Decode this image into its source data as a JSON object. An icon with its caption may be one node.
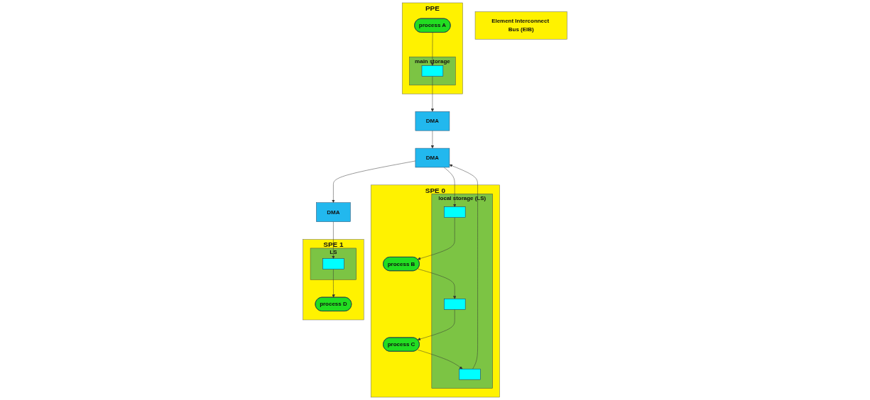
{
  "diagram": {
    "nodes": [
      {
        "text": [
          "PPE"
        ]
      },
      {
        "text": [
          "process A"
        ],
        "in": 0
      },
      {
        "text": [
          "main storage"
        ],
        "in": 0
      },
      {
        "text": [],
        "shape": "box",
        "in": 2
      },
      {
        "text": [
          "DMA"
        ]
      },
      {
        "text": [
          "SPE 0"
        ]
      },
      {
        "text": [
          "process B"
        ],
        "in": 5
      },
      {
        "text": [
          "process C"
        ],
        "in": 5
      },
      {
        "text": [
          "local storage (LS)"
        ],
        "in": 5
      },
      {
        "text": [],
        "shape": "box",
        "in": 8
      },
      {
        "text": [],
        "shape": "box",
        "in": 8
      },
      {
        "text": [],
        "shape": "box",
        "in": 8
      },
      {
        "text": [
          "DMA"
        ]
      },
      {
        "text": [
          "SPE 1"
        ]
      },
      {
        "text": [
          "process D"
        ],
        "in": 13
      },
      {
        "text": [
          "LS"
        ],
        "in": 13
      },
      {
        "text": [],
        "shape": "box",
        "in": 15
      },
      {
        "text": [
          "DMA"
        ]
      },
      {
        "text": [
          "Element Interconnect Bus (EIB)"
        ]
      }
    ],
    "edges": [
      {
        "from": 1,
        "to": 3,
        "arrow": "to"
      },
      {
        "from": 3,
        "to": 4,
        "arrow": "to"
      },
      {
        "from": 4,
        "to": 12,
        "arrow": "to"
      },
      {
        "from": 12,
        "to": 9,
        "arrow": "to"
      },
      {
        "from": 9,
        "to": 6,
        "arrow": "to"
      },
      {
        "from": 6,
        "to": 10,
        "arrow": "to"
      },
      {
        "from": 10,
        "to": 7,
        "arrow": "to"
      },
      {
        "from": 7,
        "to": 11,
        "arrow": "to"
      },
      {
        "from": 11,
        "to": 12,
        "arrow": "to"
      },
      {
        "from": 12,
        "to": 17,
        "arrow": "to"
      },
      {
        "from": 17,
        "to": 16,
        "arrow": "to"
      },
      {
        "from": 16,
        "to": 14,
        "arrow": "to"
      }
    ]
  }
}
